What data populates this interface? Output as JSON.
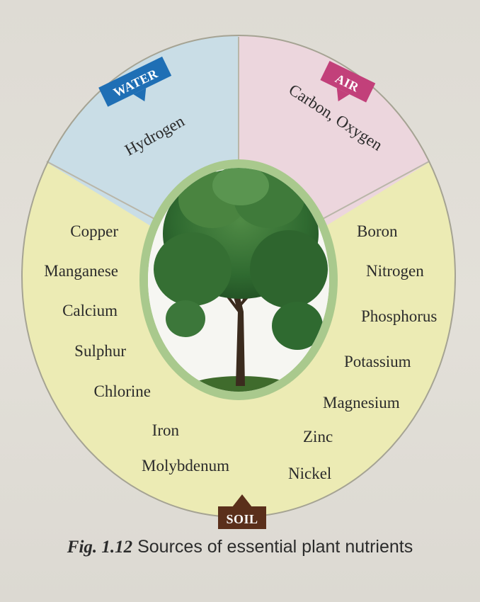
{
  "sources": {
    "water": {
      "badge": "WATER",
      "badge_color": "#1f6fb5",
      "region_color": "#c9dde6",
      "element": "Hydrogen"
    },
    "air": {
      "badge": "AIR",
      "badge_color": "#c2407a",
      "region_color": "#ecd6dd",
      "element": "Carbon, Oxygen"
    },
    "soil": {
      "badge": "SOIL",
      "badge_color": "#5a2f1b",
      "region_color": "#ecebb4"
    }
  },
  "soil_nutrients_left": [
    "Copper",
    "Manganese",
    "Calcium",
    "Sulphur",
    "Chlorine",
    "Iron",
    "Molybdenum"
  ],
  "soil_nutrients_right": [
    "Boron",
    "Nitrogen",
    "Phosphorus",
    "Potassium",
    "Magnesium",
    "Zinc",
    "Nickel"
  ],
  "center": {
    "image": "tree",
    "ring_color": "#a9c98d"
  },
  "caption": {
    "label": "Fig. 1.12",
    "text": " Sources of essential plant nutrients"
  }
}
